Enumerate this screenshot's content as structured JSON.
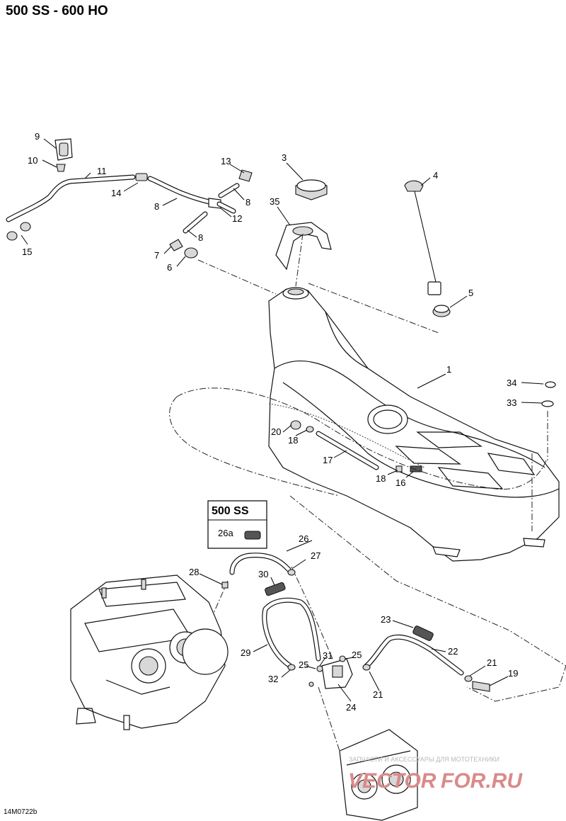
{
  "page": {
    "title": "500 SS - 600 HO",
    "figure_code": "14M0722b"
  },
  "variant_box": {
    "title": "500 SS",
    "part_label": "26a"
  },
  "callouts": {
    "c1": "1",
    "c3": "3",
    "c4": "4",
    "c5": "5",
    "c6": "6",
    "c7": "7",
    "c8a": "8",
    "c8b": "8",
    "c8c": "8",
    "c9": "9",
    "c10": "10",
    "c11": "11",
    "c12": "12",
    "c13": "13",
    "c14": "14",
    "c15": "15",
    "c16": "16",
    "c17": "17",
    "c18a": "18",
    "c18b": "18",
    "c19": "19",
    "c20": "20",
    "c21a": "21",
    "c21b": "21",
    "c22": "22",
    "c23": "23",
    "c24": "24",
    "c25a": "25",
    "c25b": "25",
    "c26": "26",
    "c27": "27",
    "c28": "28",
    "c29": "29",
    "c30": "30",
    "c31": "31",
    "c32": "32",
    "c33": "33",
    "c34": "34",
    "c35": "35"
  },
  "watermark": {
    "tagline": "ЗАПЧАСТИ И АКСЕССУАРЫ ДЛЯ МОТОТЕХНИКИ",
    "brand_part1": "VECTOR",
    "brand_part2": "FOR.RU",
    "colors": {
      "primary": "#d98a8a",
      "accent": "#b8c7d8"
    }
  }
}
